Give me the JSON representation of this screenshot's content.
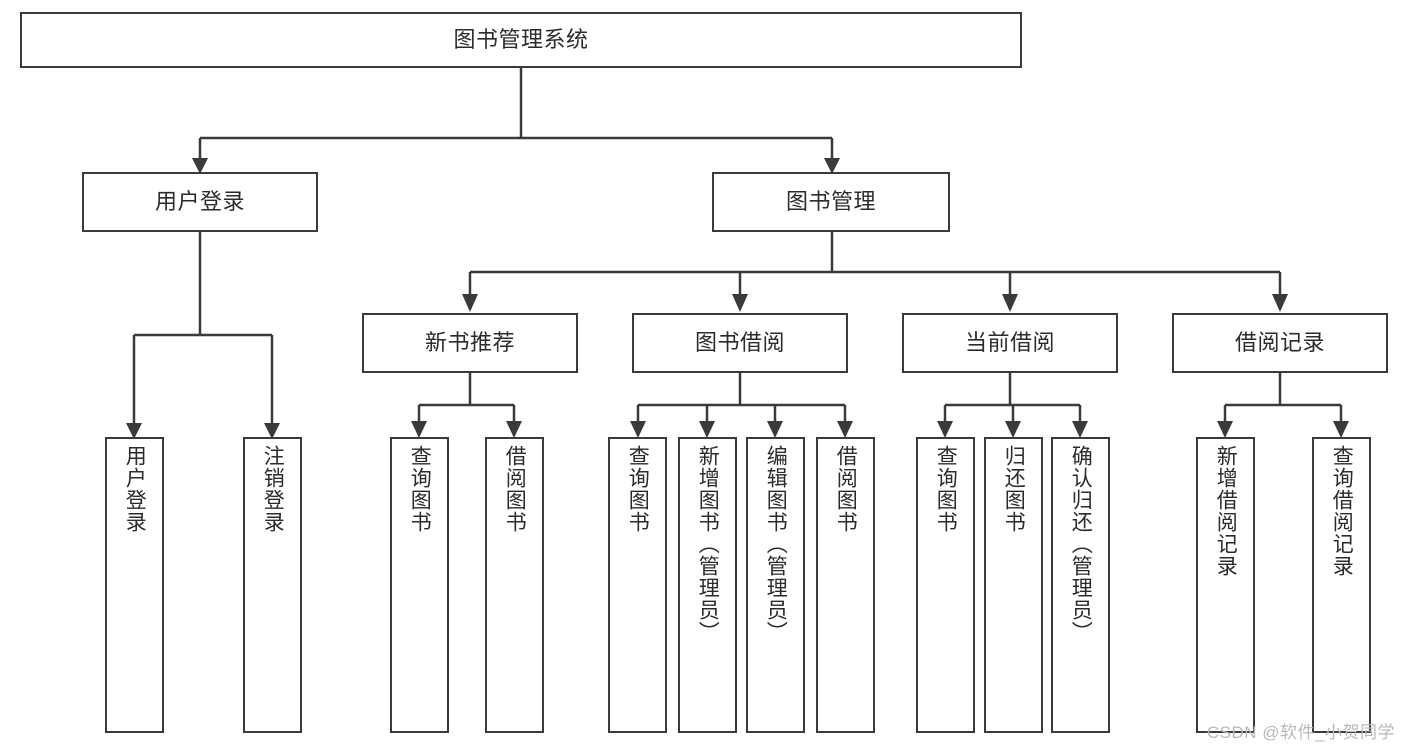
{
  "diagram": {
    "title": "图书管理系统",
    "type": "tree-hierarchy-chart",
    "stroke_color": "#3a3a3a",
    "background_color": "#ffffff",
    "text_color": "#2b2b2b"
  },
  "watermark": {
    "text": "CSDN @软件_小贺同学",
    "color": "#b9b9b9"
  },
  "nodes": {
    "root": {
      "label": "图书管理系统"
    },
    "level1": [
      {
        "id": "user-login",
        "label": "用户登录"
      },
      {
        "id": "book-manage",
        "label": "图书管理"
      }
    ],
    "level2": [
      {
        "id": "new-book-recommend",
        "label": "新书推荐"
      },
      {
        "id": "book-borrow",
        "label": "图书借阅"
      },
      {
        "id": "current-borrow",
        "label": "当前借阅"
      },
      {
        "id": "borrow-record",
        "label": "借阅记录"
      }
    ],
    "leaves": [
      {
        "id": "leaf-user-login",
        "label": "用户登录",
        "parent": "user-login"
      },
      {
        "id": "leaf-logout-login",
        "label": "注销登录",
        "parent": "user-login"
      },
      {
        "id": "leaf-query-book-1",
        "label": "查询图书",
        "parent": "new-book-recommend"
      },
      {
        "id": "leaf-borrow-book-1",
        "label": "借阅图书",
        "parent": "new-book-recommend"
      },
      {
        "id": "leaf-query-book-2",
        "label": "查询图书",
        "parent": "book-borrow"
      },
      {
        "id": "leaf-add-book-admin",
        "label": "新增图书（管理员）",
        "parent": "book-borrow"
      },
      {
        "id": "leaf-edit-book-admin",
        "label": "编辑图书（管理员）",
        "parent": "book-borrow"
      },
      {
        "id": "leaf-borrow-book-2",
        "label": "借阅图书",
        "parent": "book-borrow"
      },
      {
        "id": "leaf-query-book-3",
        "label": "查询图书",
        "parent": "current-borrow"
      },
      {
        "id": "leaf-return-book",
        "label": "归还图书",
        "parent": "current-borrow"
      },
      {
        "id": "leaf-confirm-return-admin",
        "label": "确认归还（管理员）",
        "parent": "current-borrow"
      },
      {
        "id": "leaf-add-borrow-record",
        "label": "新增借阅记录",
        "parent": "borrow-record"
      },
      {
        "id": "leaf-query-borrow-record",
        "label": "查询借阅记录",
        "parent": "borrow-record"
      }
    ]
  }
}
